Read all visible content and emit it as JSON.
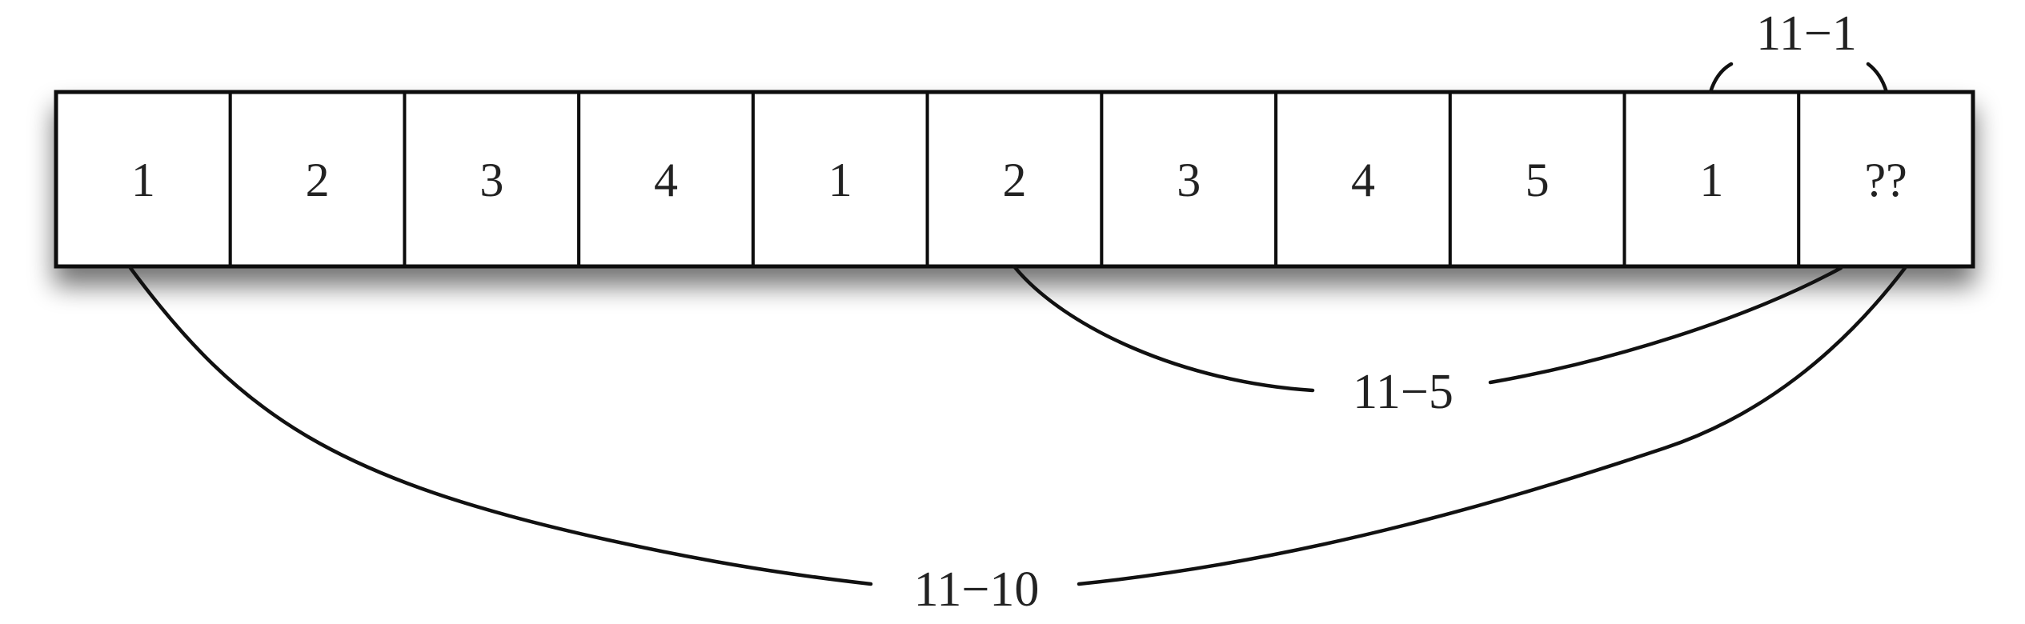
{
  "sequence": {
    "cells": [
      "1",
      "2",
      "3",
      "4",
      "1",
      "2",
      "3",
      "4",
      "5",
      "1",
      "??"
    ]
  },
  "connections": [
    {
      "label": "11−1"
    },
    {
      "label": "11−5"
    },
    {
      "label": "11−10"
    }
  ]
}
